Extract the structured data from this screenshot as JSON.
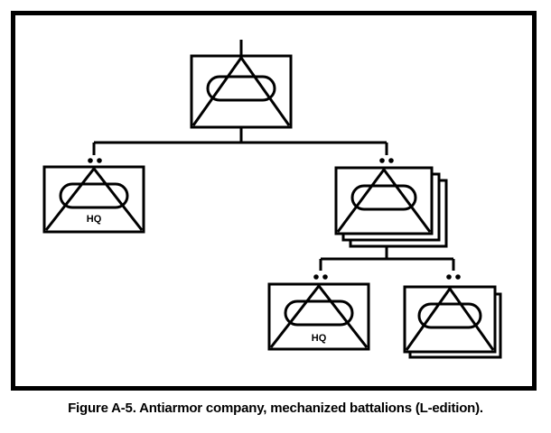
{
  "caption": "Figure A-5.  Antiarmor company, mechanized battalions (L-edition).",
  "units": {
    "hq_section_label": "HQ",
    "platoon_hq_label": "HQ"
  },
  "symbols": {
    "company_echelon": "company-line",
    "platoon_echelon": "two-dots",
    "unit_type": "antiarmor-mechanized"
  },
  "colors": {
    "line": "#000000",
    "background": "#ffffff"
  }
}
